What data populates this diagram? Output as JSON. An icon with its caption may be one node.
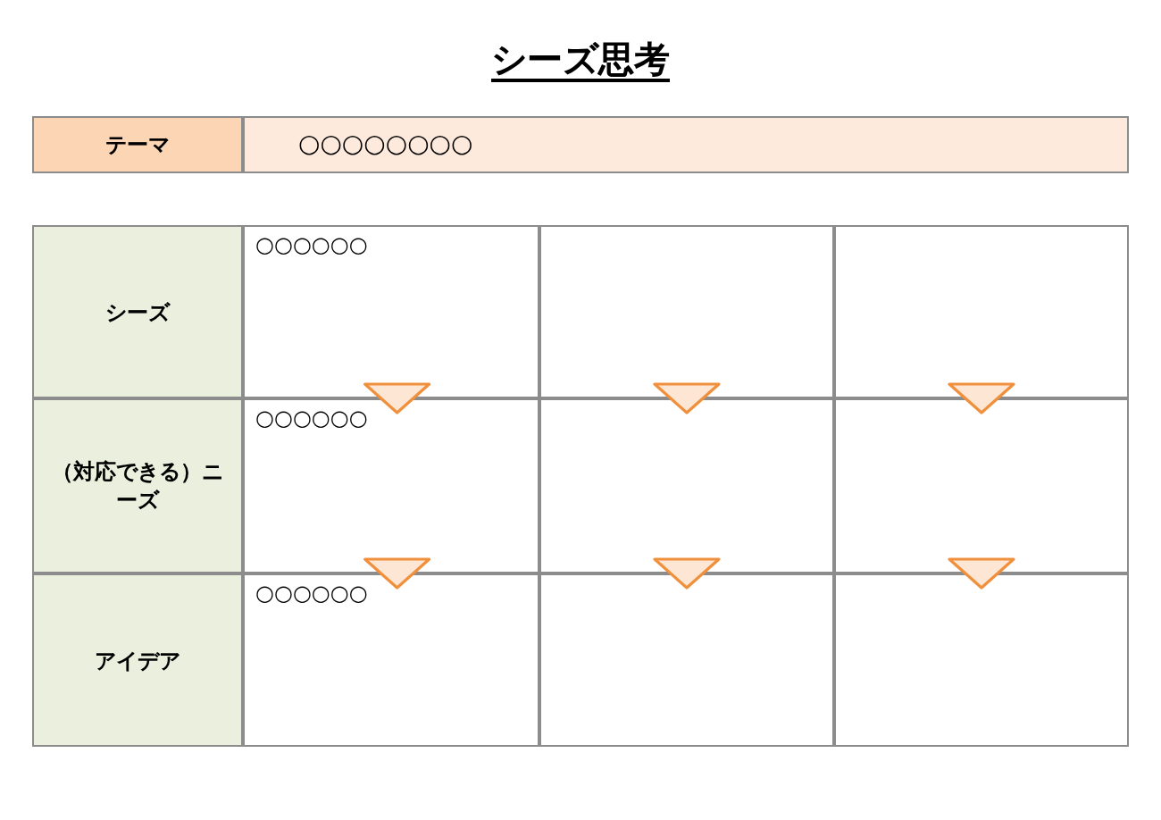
{
  "diagram": {
    "title": "シーズ思考",
    "nodes": [
      {
        "text": [
          "テーマ"
        ]
      },
      {
        "text": [
          "○○○○○○○○"
        ]
      },
      {
        "text": [
          "シーズ"
        ]
      },
      {
        "text": [
          "（対応できる）ニーズ"
        ]
      },
      {
        "text": [
          "アイデア"
        ]
      },
      {
        "text": [
          "○○○○○○"
        ]
      },
      {
        "text": [],
        "shape": "box"
      },
      {
        "text": [],
        "shape": "box"
      },
      {
        "text": [
          "○○○○○○"
        ]
      },
      {
        "text": [],
        "shape": "box"
      },
      {
        "text": [],
        "shape": "box"
      },
      {
        "text": [
          "○○○○○○"
        ]
      },
      {
        "text": [],
        "shape": "box"
      },
      {
        "text": [],
        "shape": "box"
      }
    ],
    "edges": [
      {
        "from": 5,
        "to": 8,
        "arrow": "to"
      },
      {
        "from": 6,
        "to": 9,
        "arrow": "to"
      },
      {
        "from": 7,
        "to": 10,
        "arrow": "to"
      },
      {
        "from": 8,
        "to": 11,
        "arrow": "to"
      },
      {
        "from": 9,
        "to": 12,
        "arrow": "to"
      },
      {
        "from": 10,
        "to": 13,
        "arrow": "to"
      }
    ]
  }
}
